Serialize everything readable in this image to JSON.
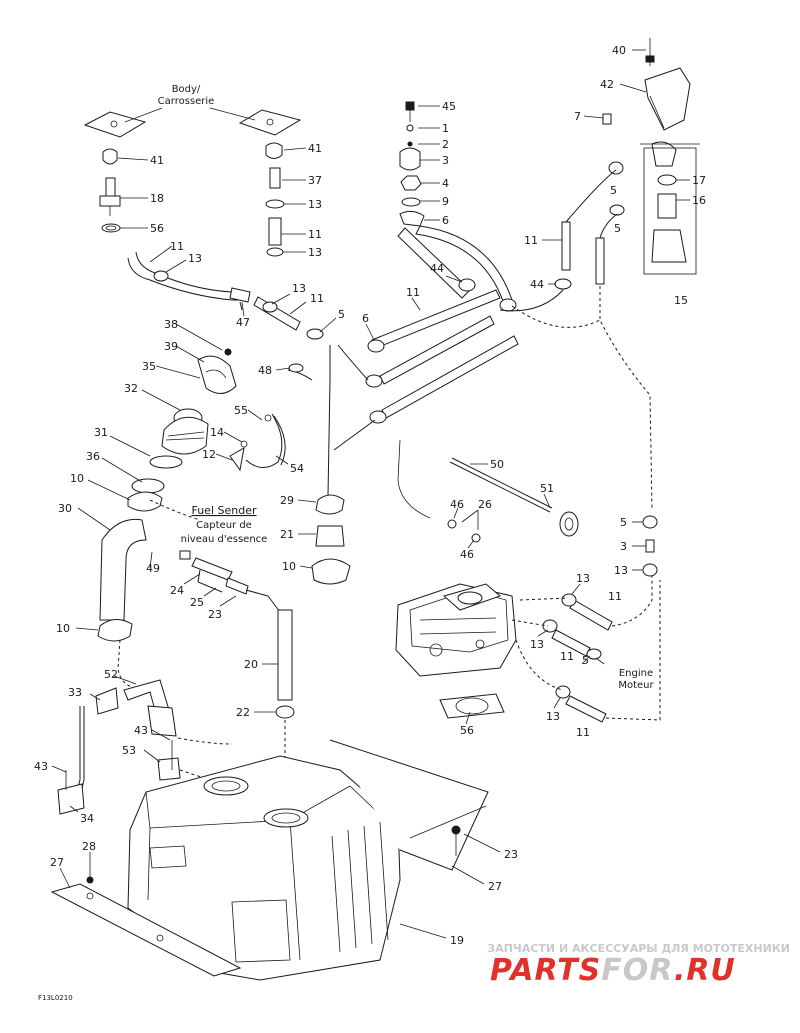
{
  "diagram": {
    "callouts": {
      "c40": "40",
      "c42": "42",
      "c7": "7",
      "c45": "45",
      "c1": "1",
      "c2": "2",
      "c3": "3",
      "c4": "4",
      "c9": "9",
      "c6a": "6",
      "c17": "17",
      "c16": "16",
      "c5a": "5",
      "c5b": "5",
      "c11a": "11",
      "c44a": "44",
      "c44b": "44",
      "c15": "15",
      "c41a": "41",
      "c41b": "41",
      "c18": "18",
      "c56a": "56",
      "c37": "37",
      "c13a": "13",
      "c11b": "11",
      "c13b": "13",
      "c11c": "11",
      "c13c": "13",
      "c47": "47",
      "c13d": "13",
      "c11d": "11",
      "c5c": "5",
      "c6b": "6",
      "c11e": "11",
      "c38": "38",
      "c39": "39",
      "c35": "35",
      "c48": "48",
      "c32": "32",
      "c55": "55",
      "c14": "14",
      "c12": "12",
      "c54": "54",
      "c31": "31",
      "c36": "36",
      "c10a": "10",
      "c29": "29",
      "c30": "30",
      "c21": "21",
      "c49": "49",
      "c24": "24",
      "c25": "25",
      "c23a": "23",
      "c10b": "10",
      "c10c": "10",
      "c20": "20",
      "c22": "22",
      "c50": "50",
      "c51": "51",
      "c46a": "46",
      "c26": "26",
      "c46b": "46",
      "c5d": "5",
      "c3b": "3",
      "c13e": "13",
      "c13f": "13",
      "c11f": "11",
      "c13g": "13",
      "c11g": "11",
      "c5e": "5",
      "c56b": "56",
      "c13h": "13",
      "c11h": "11",
      "c52": "52",
      "c33": "33",
      "c43a": "43",
      "c53": "53",
      "c43b": "43",
      "c34": "34",
      "c27a": "27",
      "c28": "28",
      "c23b": "23",
      "c27b": "27",
      "c19": "19"
    },
    "labels": {
      "body_en": "Body/",
      "body_fr": "Carrosserie",
      "fuel_sender_en": "Fuel Sender",
      "fuel_sender_fr1": "Capteur de",
      "fuel_sender_fr2": "niveau d'essence",
      "engine_en": "Engine",
      "engine_fr": "Moteur",
      "drawing_code": "F13L0210"
    },
    "watermark": {
      "tagline": "ЗАПЧАСТИ И АКСЕССУАРЫ ДЛЯ МОТОТЕХНИКИ",
      "logo_part1": "PARTS",
      "logo_part2": "FOR",
      "logo_part3": ".RU",
      "color_red": "#e0312b",
      "color_grey": "#c8c8c8"
    }
  }
}
